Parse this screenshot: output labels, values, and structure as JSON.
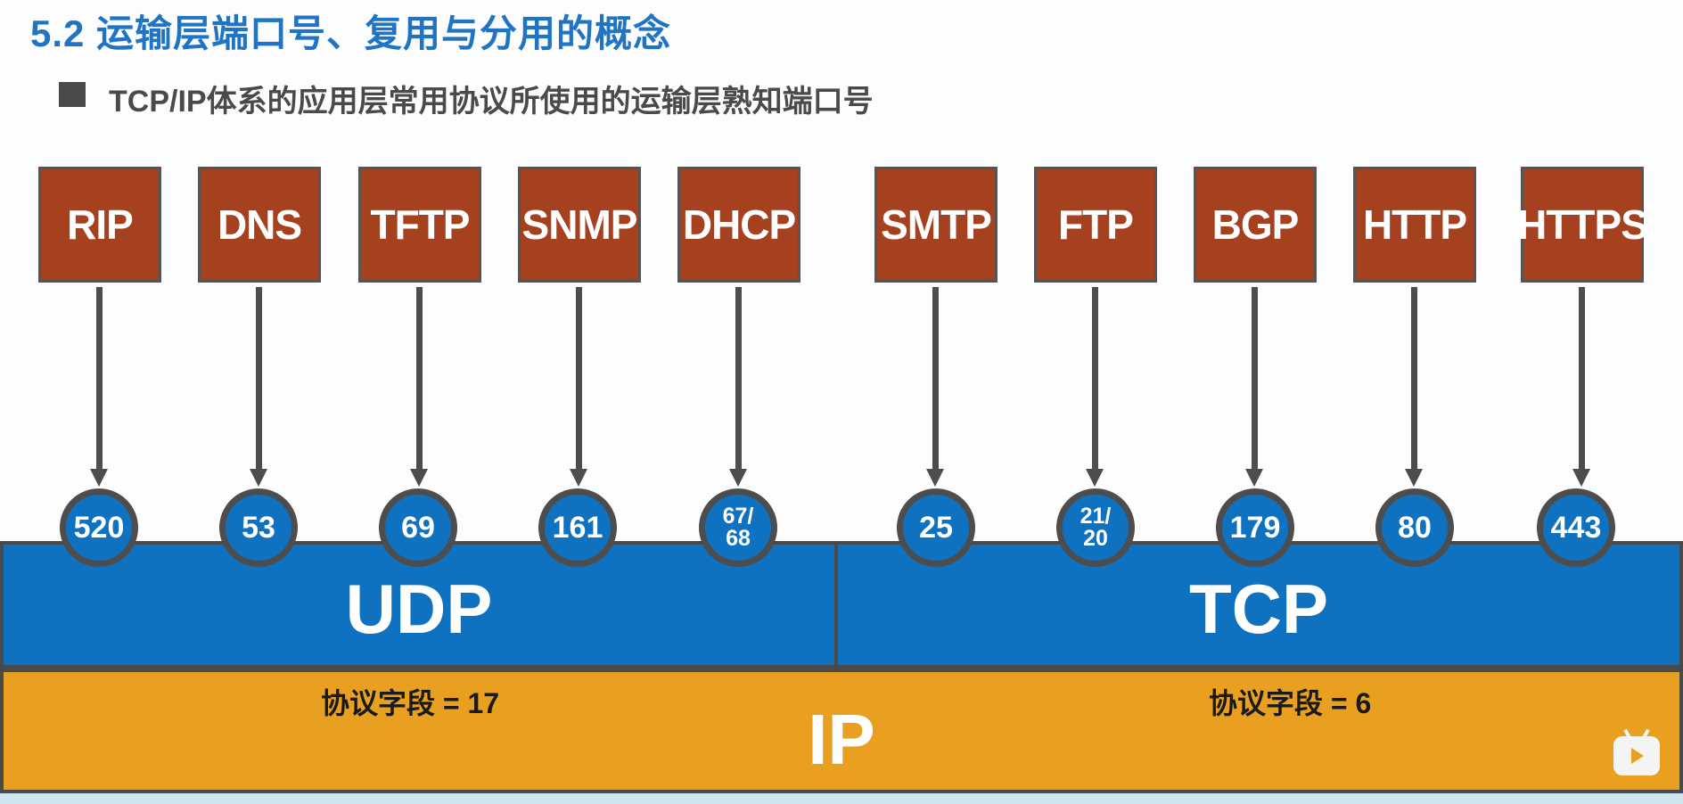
{
  "title": "5.2 运输层端口号、复用与分用的概念",
  "subtitle": "TCP/IP体系的应用层常用协议所使用的运输层熟知端口号",
  "protocols": [
    {
      "name": "RIP",
      "port": "520"
    },
    {
      "name": "DNS",
      "port": "53"
    },
    {
      "name": "TFTP",
      "port": "69"
    },
    {
      "name": "SNMP",
      "port": "161"
    },
    {
      "name": "DHCP",
      "port": "67/\n68"
    },
    {
      "name": "SMTP",
      "port": "25"
    },
    {
      "name": "FTP",
      "port": "21/\n20"
    },
    {
      "name": "BGP",
      "port": "179"
    },
    {
      "name": "HTTP",
      "port": "80"
    },
    {
      "name": "HTTPS",
      "port": "443"
    }
  ],
  "transport": {
    "udp_label": "UDP",
    "tcp_label": "TCP"
  },
  "network": {
    "ip_label": "IP",
    "udp_field": "协议字段 = 17",
    "tcp_field": "协议字段 = 6"
  },
  "colors": {
    "title": "#1f74c4",
    "protocol_box": "#a5411e",
    "transport_bar": "#0f72c1",
    "ip_bar": "#e9a021",
    "border": "#4a4a4a"
  },
  "icons": {
    "bullet": "square-bullet-icon",
    "watermark": "video-player-icon"
  }
}
